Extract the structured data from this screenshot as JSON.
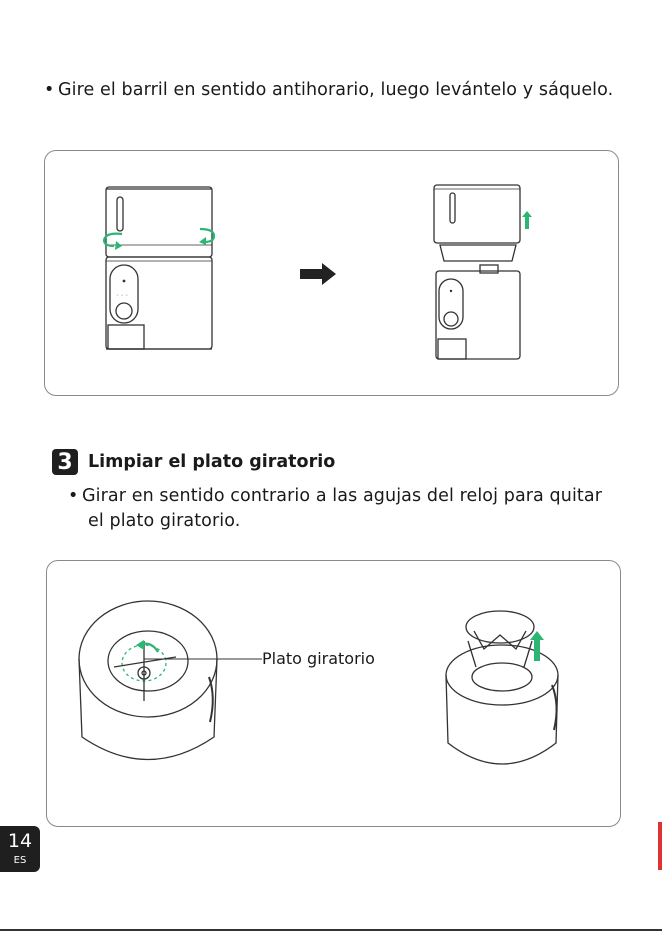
{
  "instruction_1": "Gire el barril en sentido antihorario, luego levántelo y sáquelo.",
  "step": {
    "number": "3",
    "title": "Limpiar el plato giratorio",
    "instruction_line1": "Girar en sentido contrario a las agujas del reloj para quitar",
    "instruction_line2": "el plato giratorio."
  },
  "callout_label": "Plato giratorio",
  "page": {
    "number": "14",
    "lang": "ES"
  },
  "colors": {
    "accent_green": "#2bb673",
    "dark": "#1f1f1f",
    "border": "#8a8a8a",
    "edge_mark": "#d33333"
  },
  "icons": [
    "rotate-left-arrow-icon",
    "rotate-right-arrow-icon",
    "lift-up-arrow-icon",
    "next-arrow-icon",
    "counterclockwise-arrow-icon"
  ]
}
